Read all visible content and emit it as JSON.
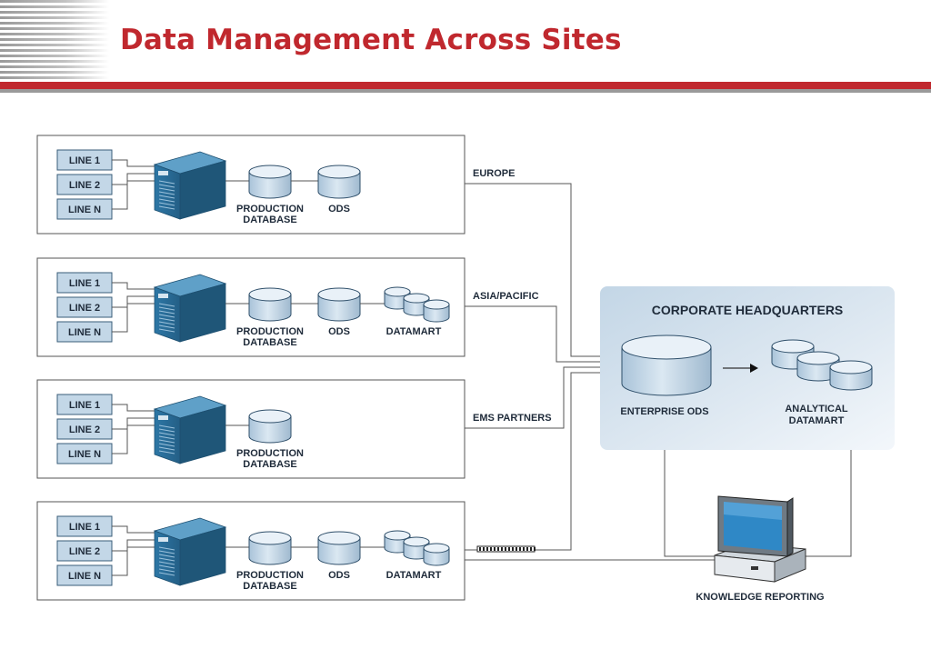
{
  "title": "Data Management Across Sites",
  "colors": {
    "accent": "#c0282e",
    "server": "#2a6f9b",
    "cylinder": "#c9dbe9",
    "hq_panel": "#dce8f1"
  },
  "lines": [
    "LINE 1",
    "LINE 2",
    "LINE N"
  ],
  "labels": {
    "production_database": [
      "PRODUCTION",
      "DATABASE"
    ],
    "ods": "ODS",
    "datamart": "DATAMART"
  },
  "sites": [
    {
      "name": "EUROPE",
      "components": [
        "production_database",
        "ods"
      ]
    },
    {
      "name": "ASIA/PACIFIC",
      "components": [
        "production_database",
        "ods",
        "datamart"
      ]
    },
    {
      "name": "EMS PARTNERS",
      "components": [
        "production_database"
      ]
    },
    {
      "name": "",
      "components": [
        "production_database",
        "ods",
        "datamart"
      ]
    }
  ],
  "headquarters": {
    "title": "CORPORATE HEADQUARTERS",
    "enterprise_ods": "ENTERPRISE ODS",
    "analytical_datamart": [
      "ANALYTICAL",
      "DATAMART"
    ]
  },
  "knowledge_reporting": "KNOWLEDGE REPORTING"
}
